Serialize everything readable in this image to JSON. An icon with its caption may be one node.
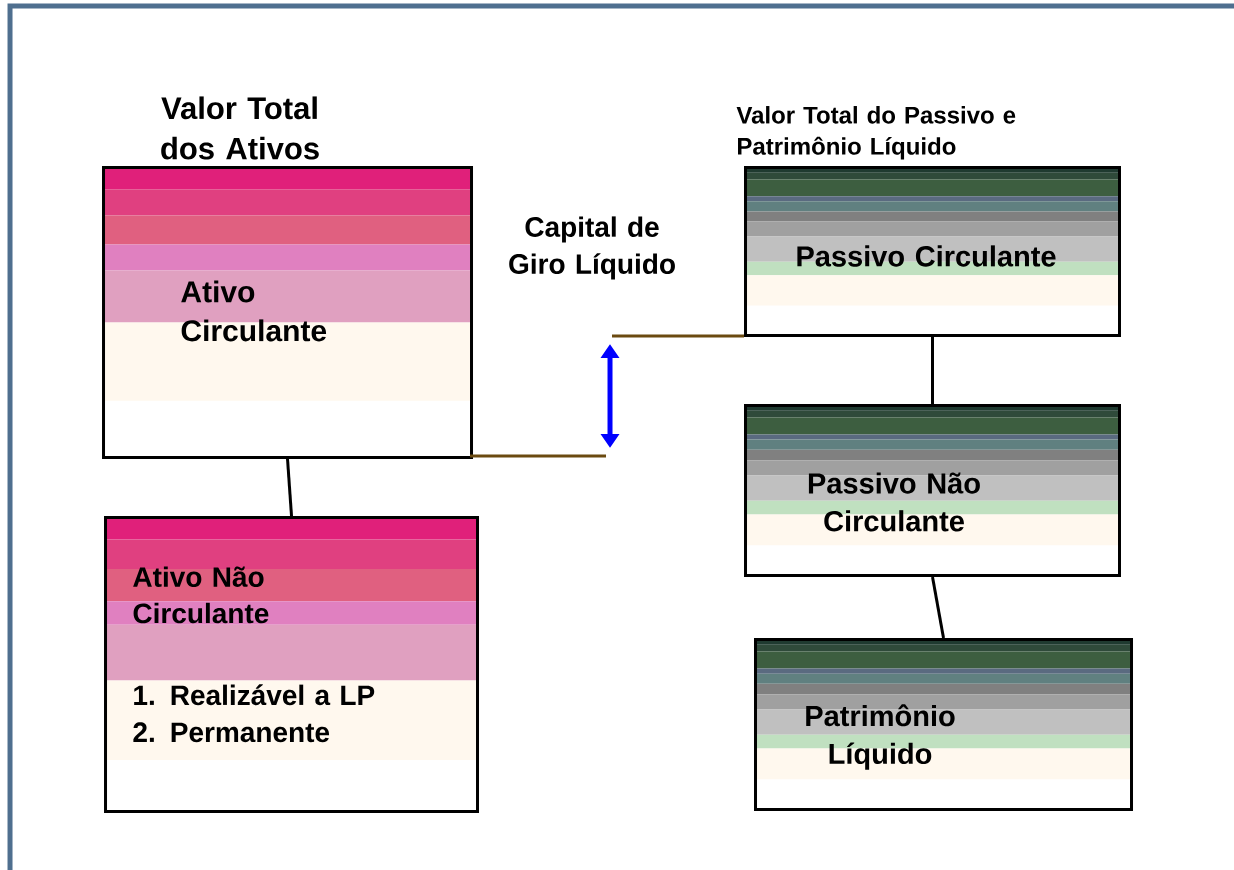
{
  "diagram": {
    "nodes": [
      {
        "text": [
          "Valor Total dos Ativos",
          "Ativo Circulante"
        ]
      },
      {
        "text": [
          "Ativo Não Circulante",
          "1. Realizável a LP",
          "2. Permanente"
        ]
      },
      {
        "text": [
          "Valor Total do Passivo e Patrimônio Líquido",
          "Passivo Circulante"
        ]
      },
      {
        "text": [
          "Passivo Não Circulante"
        ]
      },
      {
        "text": [
          "Patrimônio Líquido"
        ]
      }
    ],
    "edges": [
      {
        "from": 0,
        "to": 1,
        "arrow": "none"
      },
      {
        "from": 2,
        "to": 3,
        "arrow": "none"
      },
      {
        "from": 3,
        "to": 4,
        "arrow": "none"
      }
    ],
    "labels": [
      "Capital de Giro Líquido"
    ]
  }
}
